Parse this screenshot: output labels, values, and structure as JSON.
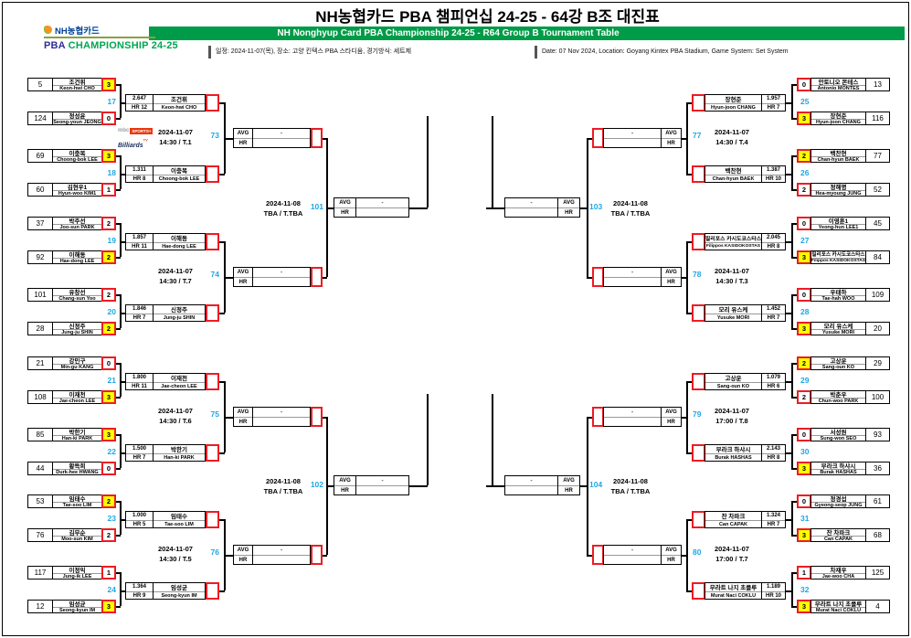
{
  "header": {
    "title": "NH농협카드 PBA 챔피언십 24-25 - 64강 B조 대진표",
    "subtitle": "NH Nonghyup Card PBA Championship 24-25 - R64 Group B Tournament Table",
    "logo_brand": "NH농협카드",
    "logo_pba": "PBA",
    "logo_championship": " CHAMPIONSHIP 24-25",
    "info_kr": "일정: 2024-11-07(목), 장소: 고양 킨텍스 PBA 스타디움, 경기방식: 세트제",
    "info_en": "Date: 07 Nov 2024, Location: Goyang Kintex PBA Stadium, Game System: Set System"
  },
  "labels": {
    "avg": "AVG",
    "hr": "HR"
  },
  "broadcast": {
    "mbc": "mbc",
    "sports": "SPORTS+",
    "billiards": "Billiards",
    "tv": "TV"
  },
  "colors": {
    "bar_green": "#009b48",
    "match_number_cyan": "#1fa7e4",
    "winner_yellow": "#ffff00",
    "pending_red": "#ed1c24",
    "pba_blue": "#2e3192",
    "pba_green": "#00a651",
    "nh_navy": "#004098",
    "nh_orange": "#f7941d",
    "broadcast_red": "#e8380d"
  },
  "r64": [
    {
      "no": "17",
      "p1": {
        "seed": "5",
        "kr": "조건휘",
        "en": "Keon-hwi CHO",
        "score": "3",
        "win": true
      },
      "p2": {
        "seed": "124",
        "kr": "정성윤",
        "en": "Seong-youn JEONG",
        "score": "0",
        "win": false
      }
    },
    {
      "no": "18",
      "p1": {
        "seed": "69",
        "kr": "이충복",
        "en": "Choong-bok LEE",
        "score": "3",
        "win": true
      },
      "p2": {
        "seed": "60",
        "kr": "김현우1",
        "en": "Hyun-woo KIM1",
        "score": "1",
        "win": false
      }
    },
    {
      "no": "19",
      "p1": {
        "seed": "37",
        "kr": "박주선",
        "en": "Joo-sun PARK",
        "score": "2",
        "win": false
      },
      "p2": {
        "seed": "92",
        "kr": "이해동",
        "en": "Hae-dong LEE",
        "score": "2",
        "win": true
      }
    },
    {
      "no": "20",
      "p1": {
        "seed": "101",
        "kr": "유창선",
        "en": "Chang-sun Yoo",
        "score": "2",
        "win": false
      },
      "p2": {
        "seed": "28",
        "kr": "신정주",
        "en": "Jung-ju SHIN",
        "score": "2",
        "win": true
      }
    },
    {
      "no": "21",
      "p1": {
        "seed": "21",
        "kr": "강민구",
        "en": "Min-gu KANG",
        "score": "0",
        "win": false
      },
      "p2": {
        "seed": "108",
        "kr": "이재천",
        "en": "Jae-cheon LEE",
        "score": "3",
        "win": true
      }
    },
    {
      "no": "22",
      "p1": {
        "seed": "85",
        "kr": "박한기",
        "en": "Han-ki PARK",
        "score": "3",
        "win": true
      },
      "p2": {
        "seed": "44",
        "kr": "황득희",
        "en": "Durk-hee HWANG",
        "score": "0",
        "win": false
      }
    },
    {
      "no": "23",
      "p1": {
        "seed": "53",
        "kr": "임태수",
        "en": "Tae-soo LIM",
        "score": "2",
        "win": true
      },
      "p2": {
        "seed": "76",
        "kr": "김무순",
        "en": "Moo-sun KIM",
        "score": "2",
        "win": false
      }
    },
    {
      "no": "24",
      "p1": {
        "seed": "117",
        "kr": "이정익",
        "en": "Jung-ik LEE",
        "score": "1",
        "win": false
      },
      "p2": {
        "seed": "12",
        "kr": "임성균",
        "en": "Seong-kyun IM",
        "score": "3",
        "win": true
      }
    },
    {
      "no": "25",
      "p1": {
        "seed": "13",
        "kr": "안토니오 몬테스",
        "en": "Antonio MONTES",
        "score": "0",
        "win": false
      },
      "p2": {
        "seed": "116",
        "kr": "장현준",
        "en": "Hyun-joon CHANG",
        "score": "3",
        "win": true
      }
    },
    {
      "no": "26",
      "p1": {
        "seed": "77",
        "kr": "백찬현",
        "en": "Chan-hyun BAEK",
        "score": "2",
        "win": true
      },
      "p2": {
        "seed": "52",
        "kr": "정해명",
        "en": "Hea-myoung JUNG",
        "score": "2",
        "win": false
      }
    },
    {
      "no": "27",
      "p1": {
        "seed": "45",
        "kr": "이영훈1",
        "en": "Yeong-hun LEE1",
        "score": "0",
        "win": false
      },
      "p2": {
        "seed": "84",
        "kr": "필리포스 카시도코스타스",
        "en": "Filippos KASIDOKOSTAS",
        "score": "3",
        "win": true
      }
    },
    {
      "no": "28",
      "p1": {
        "seed": "109",
        "kr": "우태하",
        "en": "Tae-hah WOO",
        "score": "0",
        "win": false
      },
      "p2": {
        "seed": "20",
        "kr": "모리 유스케",
        "en": "Yusuke MORI",
        "score": "3",
        "win": true
      }
    },
    {
      "no": "29",
      "p1": {
        "seed": "29",
        "kr": "고상운",
        "en": "Sang-oun KO",
        "score": "2",
        "win": true
      },
      "p2": {
        "seed": "100",
        "kr": "박춘우",
        "en": "Chun-woo PARK",
        "score": "2",
        "win": false
      }
    },
    {
      "no": "30",
      "p1": {
        "seed": "93",
        "kr": "서성원",
        "en": "Sung-won SEO",
        "score": "0",
        "win": false
      },
      "p2": {
        "seed": "36",
        "kr": "부라크 하샤시",
        "en": "Burak HASHAS",
        "score": "3",
        "win": true
      }
    },
    {
      "no": "31",
      "p1": {
        "seed": "61",
        "kr": "정경섭",
        "en": "Gyeong-seop JUNG",
        "score": "0",
        "win": false
      },
      "p2": {
        "seed": "68",
        "kr": "잔 차파크",
        "en": "Can CAPAK",
        "score": "3",
        "win": true
      }
    },
    {
      "no": "32",
      "p1": {
        "seed": "125",
        "kr": "차재우",
        "en": "Jae-woo CHA",
        "score": "1",
        "win": false
      },
      "p2": {
        "seed": "4",
        "kr": "무라트 나지 초클루",
        "en": "Murat Naci COKLU",
        "score": "3",
        "win": true
      }
    }
  ],
  "r32": [
    {
      "no": "73",
      "date": "2024-11-07",
      "time": "14:30 / T.1",
      "logo": true,
      "q1": {
        "avg": "2.647",
        "hr": "HR 12",
        "kr": "조건휘",
        "en": "Keon-hwi CHO"
      },
      "q2": {
        "avg": "1.311",
        "hr": "HR 8",
        "kr": "이충복",
        "en": "Choong-bok LEE"
      },
      "avg": "-",
      "hr": ""
    },
    {
      "no": "74",
      "date": "2024-11-07",
      "time": "14:30 / T.7",
      "logo": false,
      "q1": {
        "avg": "1.857",
        "hr": "HR 11",
        "kr": "이해동",
        "en": "Hae-dong LEE"
      },
      "q2": {
        "avg": "1.846",
        "hr": "HR 7",
        "kr": "신정주",
        "en": "Jung-ju SHIN"
      },
      "avg": "-",
      "hr": ""
    },
    {
      "no": "75",
      "date": "2024-11-07",
      "time": "14:30 / T.6",
      "logo": false,
      "q1": {
        "avg": "1.800",
        "hr": "HR 11",
        "kr": "이재천",
        "en": "Jae-cheon LEE"
      },
      "q2": {
        "avg": "1.500",
        "hr": "HR 7",
        "kr": "박한기",
        "en": "Han-ki PARK"
      },
      "avg": "-",
      "hr": ""
    },
    {
      "no": "76",
      "date": "2024-11-07",
      "time": "14:30 / T.5",
      "logo": false,
      "q1": {
        "avg": "1.000",
        "hr": "HR 5",
        "kr": "임태수",
        "en": "Tae-soo LIM"
      },
      "q2": {
        "avg": "1.364",
        "hr": "HR 9",
        "kr": "임성균",
        "en": "Seong-kyun IM"
      },
      "avg": "-",
      "hr": ""
    },
    {
      "no": "77",
      "date": "2024-11-07",
      "time": "14:30 / T.4",
      "logo": false,
      "q1": {
        "avg": "1.957",
        "hr": "HR 7",
        "kr": "장현준",
        "en": "Hyun-joon CHANG"
      },
      "q2": {
        "avg": "1.387",
        "hr": "HR 10",
        "kr": "백찬현",
        "en": "Chan-hyun BAEK"
      },
      "avg": "-",
      "hr": ""
    },
    {
      "no": "78",
      "date": "2024-11-07",
      "time": "14:30 / T.3",
      "logo": false,
      "q1": {
        "avg": "2.045",
        "hr": "HR 8",
        "kr": "필리포스 카시도코스타스",
        "en": "Filippos KASIDOKOSTAS"
      },
      "q2": {
        "avg": "1.452",
        "hr": "HR 7",
        "kr": "모리 유스케",
        "en": "Yusuke MORI"
      },
      "avg": "-",
      "hr": ""
    },
    {
      "no": "79",
      "date": "2024-11-07",
      "time": "17:00 / T.8",
      "logo": false,
      "q1": {
        "avg": "1.079",
        "hr": "HR 6",
        "kr": "고상운",
        "en": "Sang-oun KO"
      },
      "q2": {
        "avg": "2.143",
        "hr": "HR 8",
        "kr": "부라크 하샤시",
        "en": "Burak HASHAS"
      },
      "avg": "-",
      "hr": ""
    },
    {
      "no": "80",
      "date": "2024-11-07",
      "time": "17:00 / T.7",
      "logo": false,
      "q1": {
        "avg": "1.324",
        "hr": "HR 7",
        "kr": "잔 차파크",
        "en": "Can CAPAK"
      },
      "q2": {
        "avg": "1.189",
        "hr": "HR 10",
        "kr": "무라트 나지 초클루",
        "en": "Murat Naci COKLU"
      },
      "avg": "-",
      "hr": ""
    }
  ],
  "r16": [
    {
      "no": "101",
      "date": "2024-11-08",
      "time": "TBA / T.TBA",
      "avg": "-",
      "hr": ""
    },
    {
      "no": "102",
      "date": "2024-11-08",
      "time": "TBA / T.TBA",
      "avg": "-",
      "hr": ""
    },
    {
      "no": "103",
      "date": "2024-11-08",
      "time": "TBA / T.TBA",
      "avg": "-",
      "hr": ""
    },
    {
      "no": "104",
      "date": "2024-11-08",
      "time": "TBA / T.TBA",
      "avg": "-",
      "hr": ""
    }
  ]
}
